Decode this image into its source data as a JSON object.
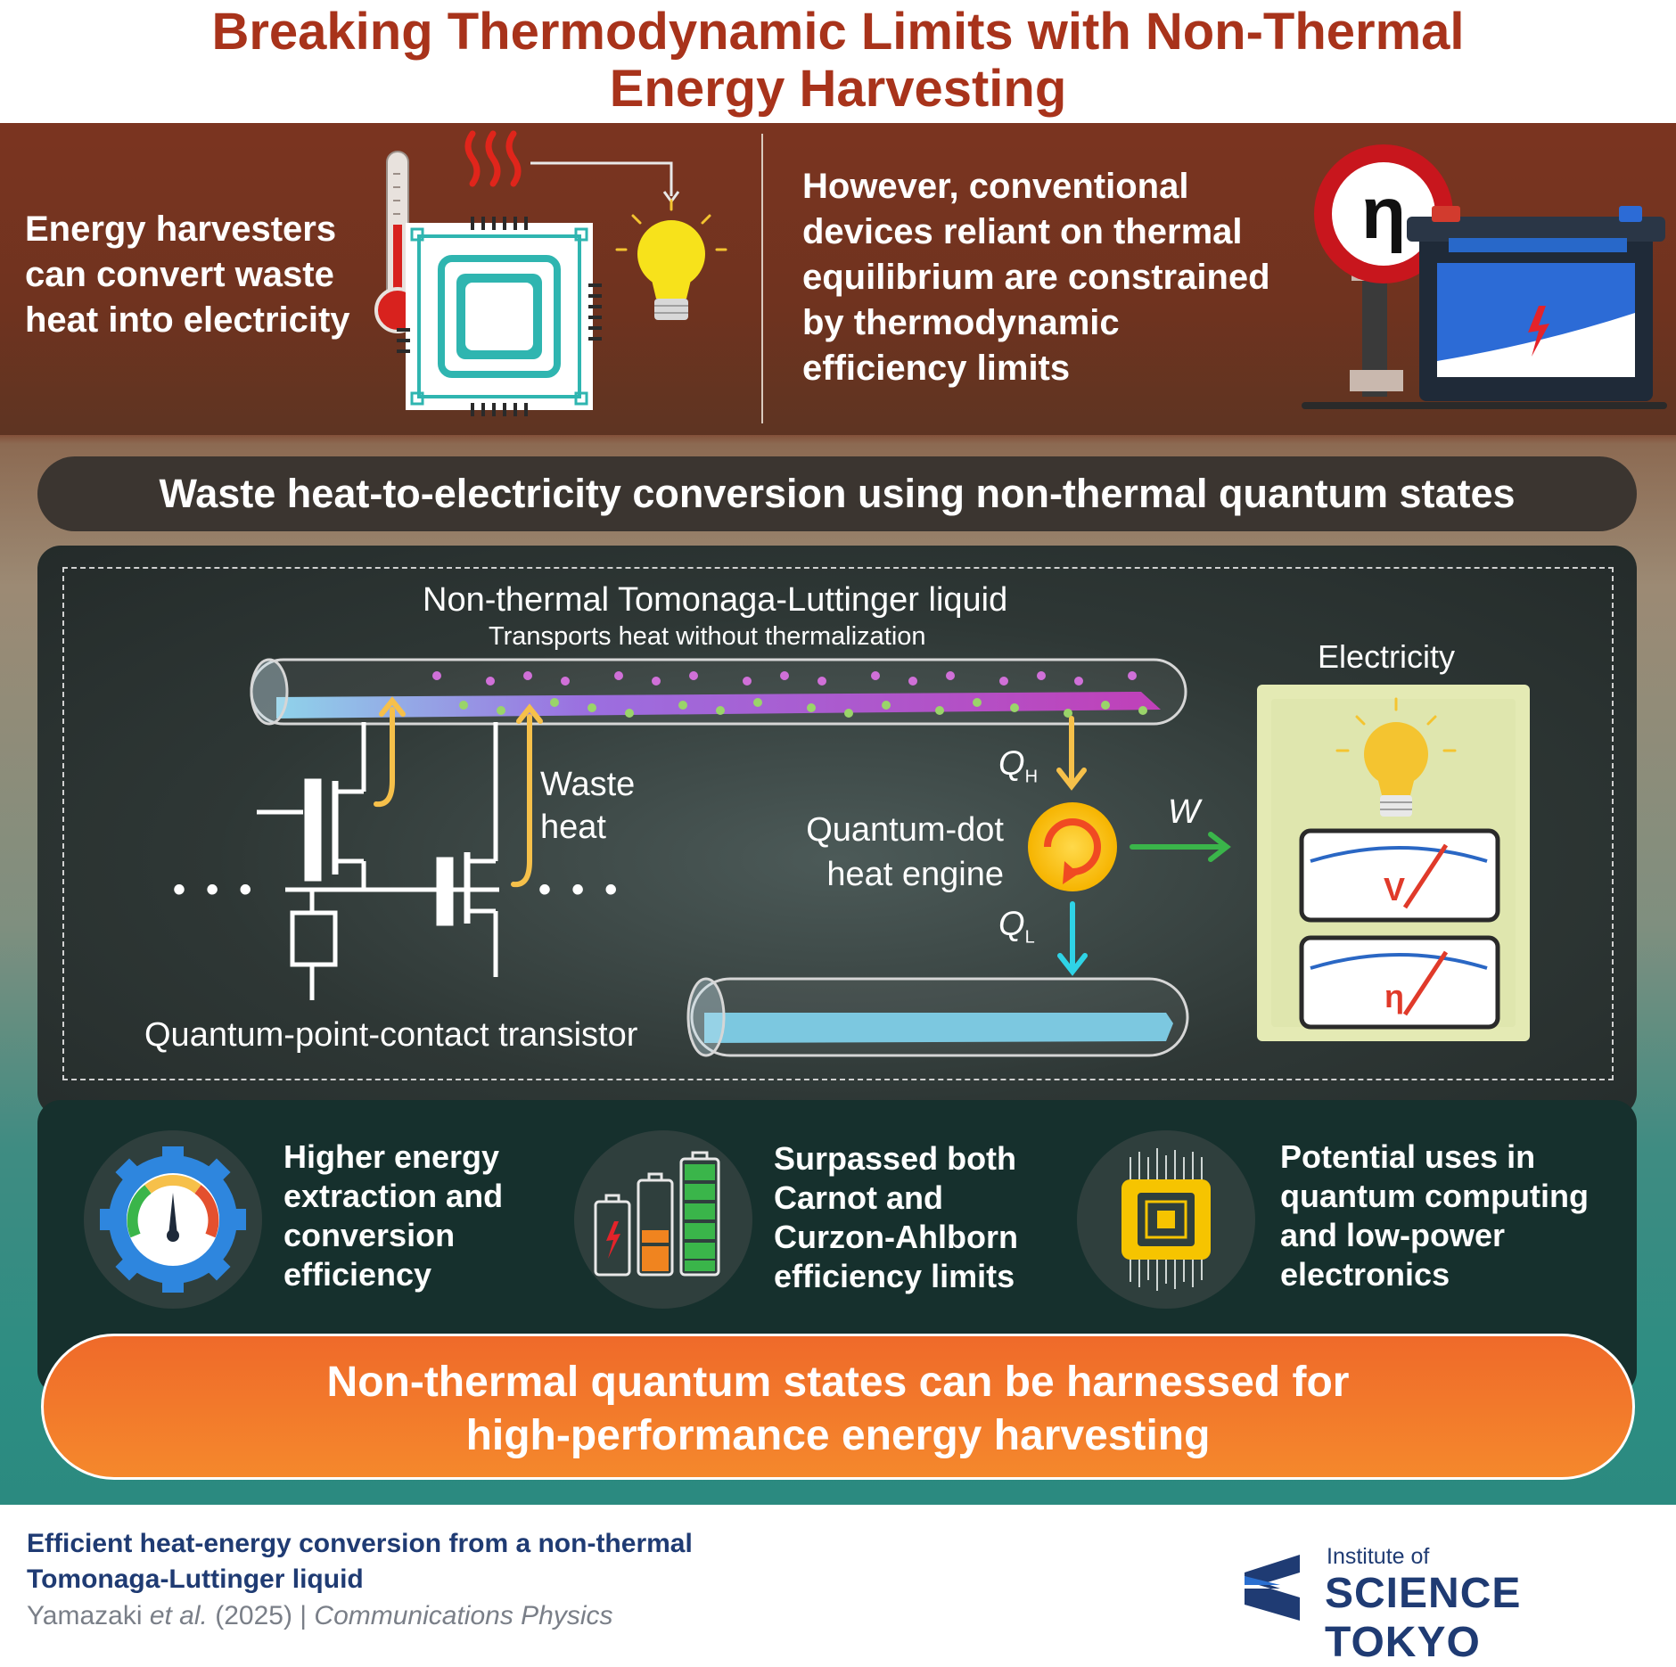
{
  "title": {
    "line1": "Breaking Thermodynamic Limits with Non-Thermal",
    "line2": "Energy Harvesting"
  },
  "top_left": {
    "lines": [
      "Energy harvesters",
      "can convert waste",
      "heat into electricity"
    ]
  },
  "top_right": {
    "lines": [
      "However, conventional",
      "devices reliant on thermal",
      "equilibrium are constrained",
      "by thermodynamic",
      "efficiency limits"
    ],
    "sign_symbol": "η"
  },
  "banner": {
    "text": "Waste heat-to-electricity conversion using non-thermal quantum states"
  },
  "diagram": {
    "liquid_title": "Non-thermal Tomonaga-Luttinger liquid",
    "liquid_subtitle": "Transports heat without thermalization",
    "electricity_label": "Electricity",
    "waste_heat_line1": "Waste",
    "waste_heat_line2": "heat",
    "qh_main": "Q",
    "qh_sub": "H",
    "ql_main": "Q",
    "ql_sub": "L",
    "w_label": "W",
    "engine_line1": "Quantum-dot",
    "engine_line2": "heat engine",
    "transistor_label": "Quantum-point-contact transistor",
    "dots_left": "• • •",
    "dots_right": "• • •",
    "meter1_symbol": "V",
    "meter2_symbol": "η"
  },
  "features": [
    {
      "lines": [
        "Higher energy",
        "extraction and",
        "conversion",
        "efficiency"
      ],
      "icon": "gauge-gear-icon"
    },
    {
      "lines": [
        "Surpassed both",
        "Carnot and",
        "Curzon-Ahlborn",
        "efficiency limits"
      ],
      "icon": "battery-levels-icon"
    },
    {
      "lines": [
        "Potential uses in",
        "quantum computing",
        "and low-power",
        "electronics"
      ],
      "icon": "microchip-icon"
    }
  ],
  "conclusion": {
    "line1": "Non-thermal quantum states can be harnessed for",
    "line2": "high-performance energy harvesting"
  },
  "footer": {
    "paper_line1": "Efficient heat-energy conversion from a non-thermal",
    "paper_line2": "Tomonaga-Luttinger liquid",
    "authors": "Yamazaki ",
    "et_al": "et al.",
    "year": " (2025) | ",
    "journal": "Communications Physics",
    "logo_small": "Institute of",
    "logo_big": "SCIENCE TOKYO"
  },
  "colors": {
    "title": "#a8331b",
    "accent_orange": "#f07a2b",
    "tube_purple": "#b44fc8",
    "tube_blue": "#7cc8e0",
    "arrow_yellow": "#f6c04a",
    "arrow_green": "#3ab54a",
    "arrow_cyan": "#2fd3e6",
    "footer_navy": "#1f3b73"
  }
}
